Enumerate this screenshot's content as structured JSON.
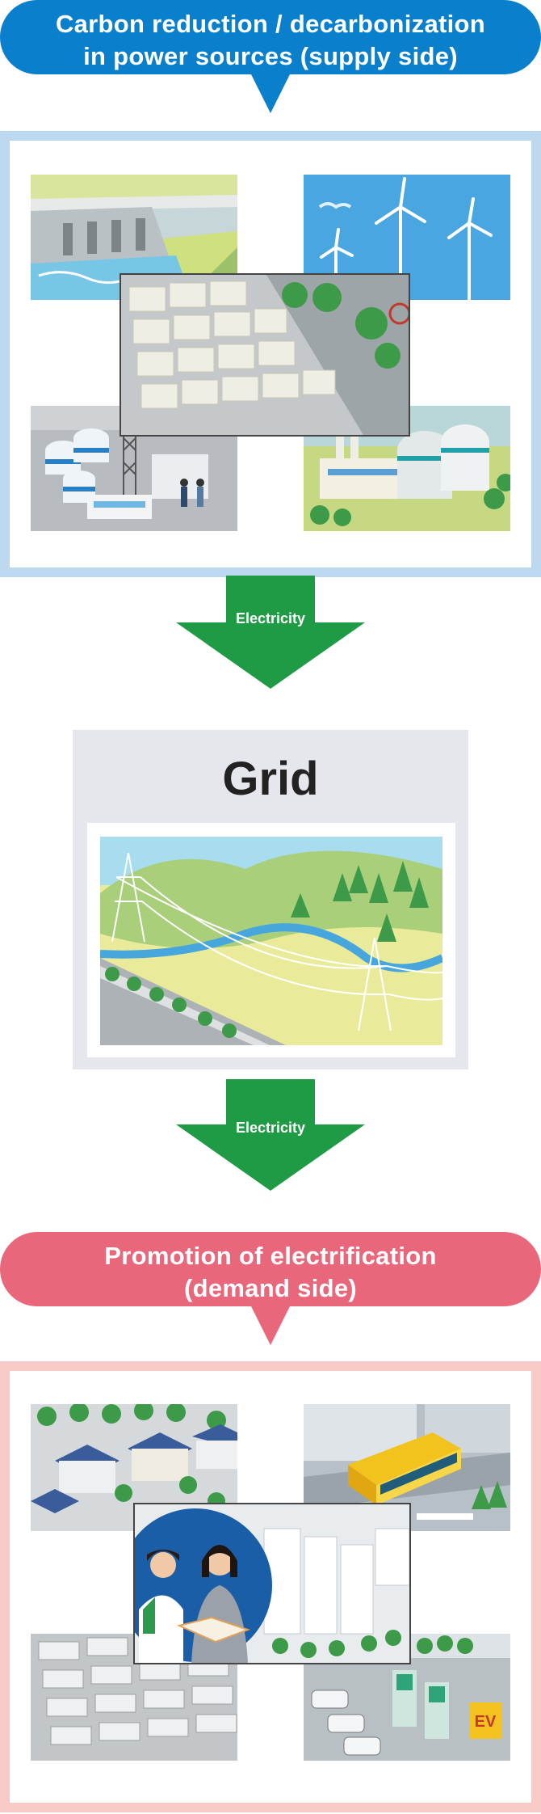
{
  "supply": {
    "title_line1": "Carbon reduction / decarbonization",
    "title_line2": "in power sources (supply side)",
    "color": "#0a7fcc",
    "frame_color": "#bcd8ef",
    "illustrations": [
      "hydroelectric-dam",
      "wind-turbines",
      "battery-storage",
      "hydrogen-plant",
      "nuclear-plant"
    ]
  },
  "arrow1": {
    "label": "Electricity",
    "color": "#1f9a45"
  },
  "grid": {
    "title": "Grid",
    "panel_color": "#e5e7ec",
    "illustrations": [
      "transmission-towers-landscape"
    ]
  },
  "arrow2": {
    "label": "Electricity",
    "color": "#1f9a45"
  },
  "demand": {
    "title_line1": "Promotion of electrification",
    "title_line2": "(demand side)",
    "color": "#e8677a",
    "frame_color": "#f7c9c7",
    "illustrations": [
      "solar-houses",
      "electric-bus",
      "consultation-city",
      "battery-factory",
      "ev-charging"
    ]
  }
}
